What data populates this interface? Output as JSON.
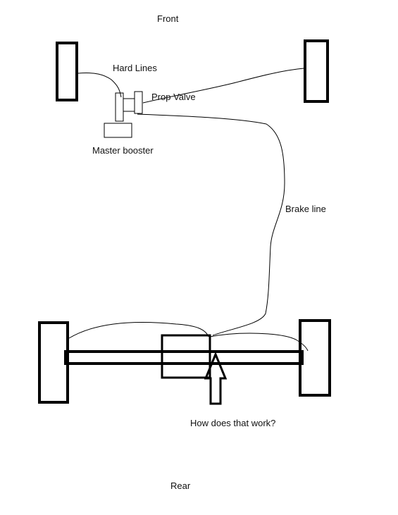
{
  "labels": {
    "front": "Front",
    "hard_lines": "Hard Lines",
    "prop_valve": "Prop Valve",
    "master_booster": "Master booster",
    "brake_line": "Brake line",
    "question": "How does that work?",
    "rear": "Rear"
  },
  "colors": {
    "ink": "#000000",
    "background": "#ffffff"
  }
}
